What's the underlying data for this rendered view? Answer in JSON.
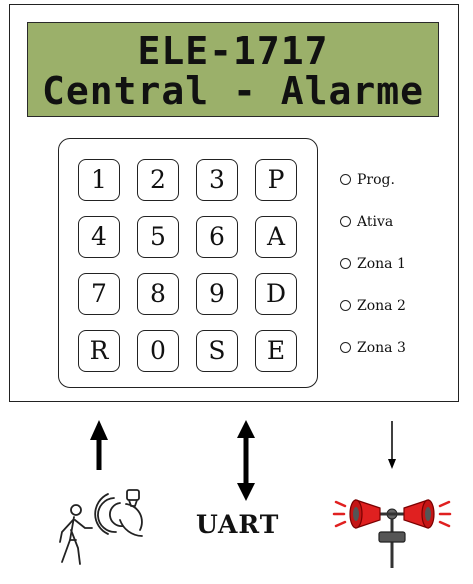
{
  "lcd": {
    "line1": "ELE-1717",
    "line2": "Central - Alarme",
    "background": "#9bb06a"
  },
  "keypad": {
    "rows": [
      [
        "1",
        "2",
        "3",
        "P"
      ],
      [
        "4",
        "5",
        "6",
        "A"
      ],
      [
        "7",
        "8",
        "9",
        "D"
      ],
      [
        "R",
        "0",
        "S",
        "E"
      ]
    ]
  },
  "leds": [
    "Prog.",
    "Ativa",
    "Zona 1",
    "Zona 2",
    "Zona 3"
  ],
  "peripherals": {
    "sensor_icon": "person-motion-sensor-icon",
    "uart_label": "UART",
    "siren_icon": "siren-icon",
    "siren_color": "#e02020"
  }
}
